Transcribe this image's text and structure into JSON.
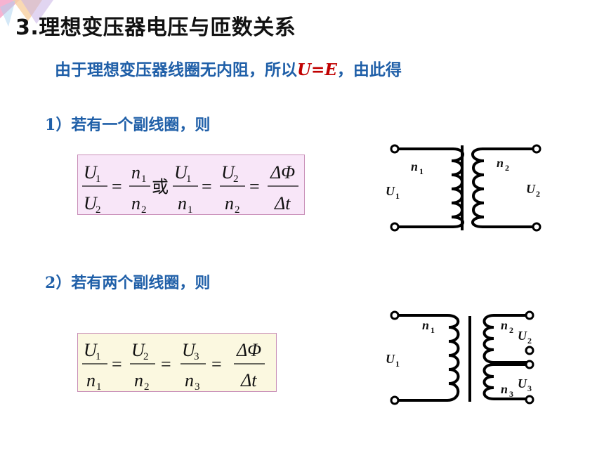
{
  "colors": {
    "title": "#111111",
    "heading": "#1f5fa8",
    "emphasis": "#c00000",
    "box1_fill": "#f8e6f8",
    "box2_fill": "#fbf8e0",
    "box_border": "#c98fb8"
  },
  "title": "3.理想变压器电压与匝数关系",
  "intro": {
    "text_before": "由于理想变压器线圈无内阻，所以",
    "equation": "U=E",
    "text_after": "，由此得"
  },
  "case1": {
    "number": "1",
    "text": "）若有一个副线圈，则",
    "formula": {
      "symbols": {
        "U": "U",
        "n": "n",
        "sub1": "1",
        "sub2": "2",
        "dPhi": "ΔΦ",
        "dt": "Δt",
        "or": "或",
        "eq": "="
      }
    }
  },
  "case2": {
    "number": "2",
    "text": "）若有两个副线圈，则",
    "formula": {
      "symbols": {
        "U": "U",
        "n": "n",
        "sub1": "1",
        "sub2": "2",
        "sub3": "3",
        "dPhi": "ΔΦ",
        "dt": "Δt",
        "eq": "="
      }
    }
  },
  "transformer1": {
    "n": "n",
    "U": "U",
    "primary_sub": "1",
    "secondary_sub": "2"
  },
  "transformer2": {
    "n": "n",
    "U": "U",
    "primary_sub": "1",
    "secondary2_sub": "2",
    "secondary3_sub": "3"
  }
}
